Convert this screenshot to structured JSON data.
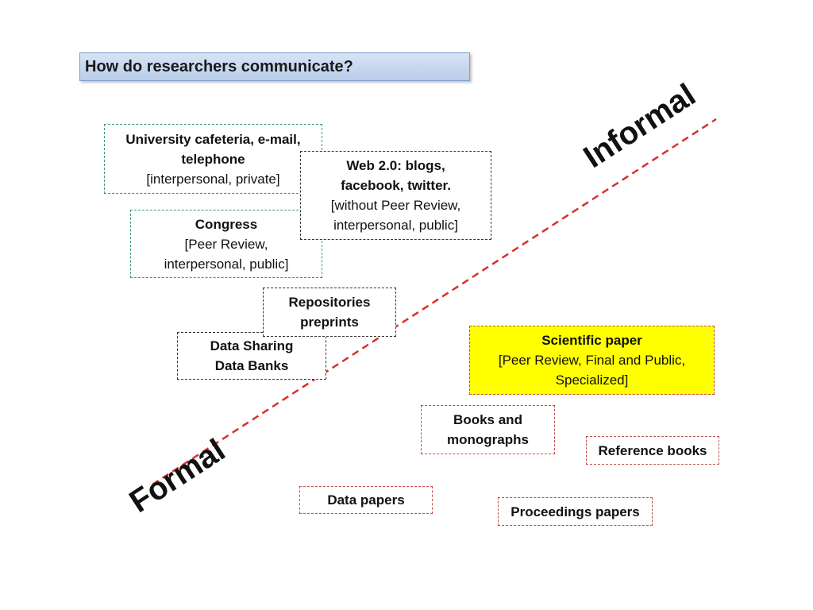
{
  "title": "How do researchers communicate?",
  "axis": {
    "informal_label": "Informal",
    "formal_label": "Formal"
  },
  "boxes": {
    "cafeteria": {
      "line1": "University cafeteria, e-mail,",
      "line2": "telephone",
      "line3": "[interpersonal, private]"
    },
    "web20": {
      "line1": "Web 2.0: blogs,",
      "line2": "facebook, twitter.",
      "line3": "[without Peer Review,",
      "line4": "interpersonal, public]"
    },
    "congress": {
      "line1": "Congress",
      "line2": "[Peer Review,",
      "line3": "interpersonal, public]"
    },
    "repositories": {
      "line1": "Repositories",
      "line2": "preprints"
    },
    "datasharing": {
      "line1": "Data Sharing",
      "line2": "Data Banks"
    },
    "scientific": {
      "line1": "Scientific paper",
      "line2": "[Peer Review, Final and Public,",
      "line3": "Specialized]"
    },
    "books": {
      "line1": "Books and",
      "line2": "monographs"
    },
    "reference": {
      "line1": "Reference books"
    },
    "datapapers": {
      "line1": "Data papers"
    },
    "proceedings": {
      "line1": "Proceedings papers"
    }
  },
  "colors": {
    "green_border": "#3a9a78",
    "black_border": "#333333",
    "red_border": "#c0504d",
    "highlight": "#ffff00",
    "axis_line": "#d9302c"
  }
}
